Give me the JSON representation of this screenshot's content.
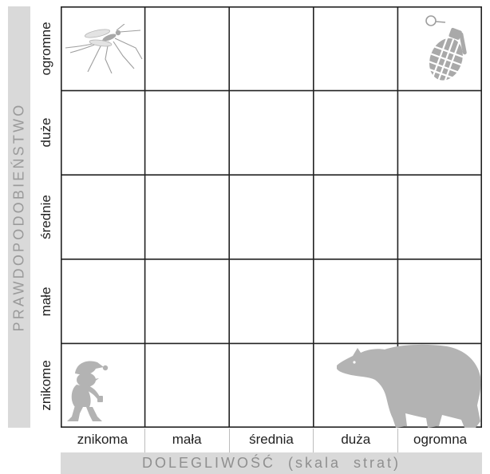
{
  "y_axis": {
    "title": "PRAWDOPODOBIEŃSTWO",
    "levels": [
      "ogromne",
      "duże",
      "średnie",
      "małe",
      "znikome"
    ]
  },
  "x_axis": {
    "title": "DOLEGLIWOŚĆ  (skala  strat)",
    "levels": [
      "znikoma",
      "mała",
      "średnia",
      "duża",
      "ogromna"
    ]
  },
  "illustrations": [
    {
      "icon": "mosquito-icon",
      "row": "ogromne",
      "column": "znikoma"
    },
    {
      "icon": "grenade-icon",
      "row": "ogromne",
      "column": "ogromna"
    },
    {
      "icon": "gnome-icon",
      "row": "znikome",
      "column": "znikoma"
    },
    {
      "icon": "bear-icon",
      "row": "znikome",
      "column": "duża"
    }
  ],
  "colors": {
    "grid_lines": "#222222",
    "label_bars": "#d9d9d9",
    "illustrations": "#b3b3b3"
  }
}
